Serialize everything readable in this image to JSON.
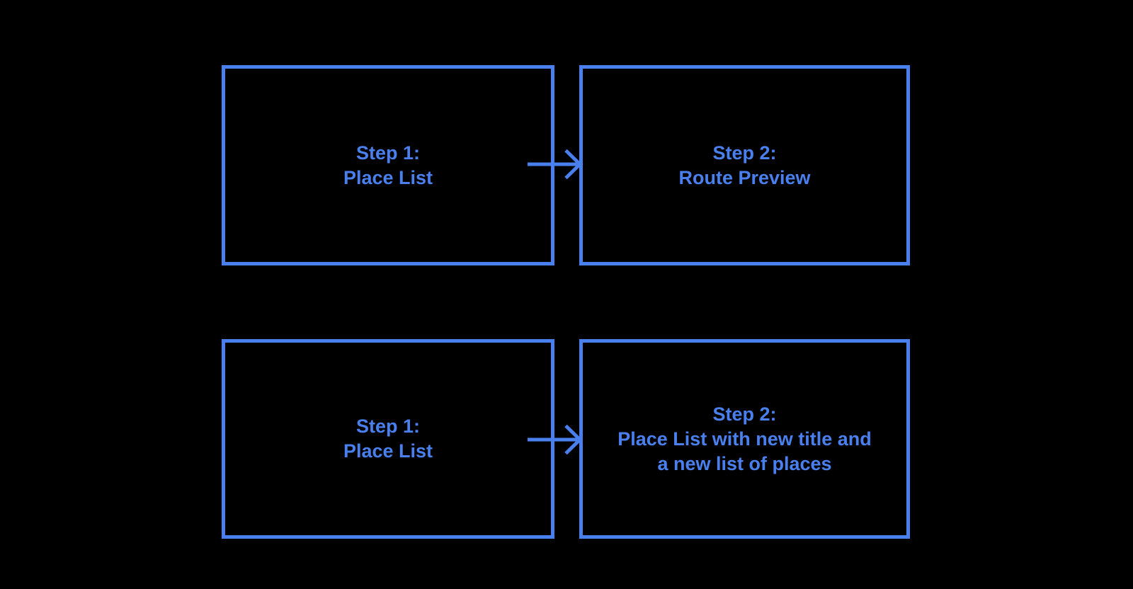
{
  "colors": {
    "accent": "#4a80ee",
    "background": "#000000"
  },
  "flows": [
    {
      "name": "flow-1",
      "from": {
        "lines": [
          "Step 1:",
          "Place List"
        ]
      },
      "arrow": {
        "icon": "arrow-right-icon",
        "direction": "right"
      },
      "to": {
        "lines": [
          "Step 2:",
          "Route Preview"
        ]
      }
    },
    {
      "name": "flow-2",
      "from": {
        "lines": [
          "Step 1:",
          "Place List"
        ]
      },
      "arrow": {
        "icon": "arrow-right-icon",
        "direction": "right"
      },
      "to": {
        "lines": [
          "Step 2:",
          "Place List with new title and",
          "a new list of places"
        ]
      }
    }
  ]
}
